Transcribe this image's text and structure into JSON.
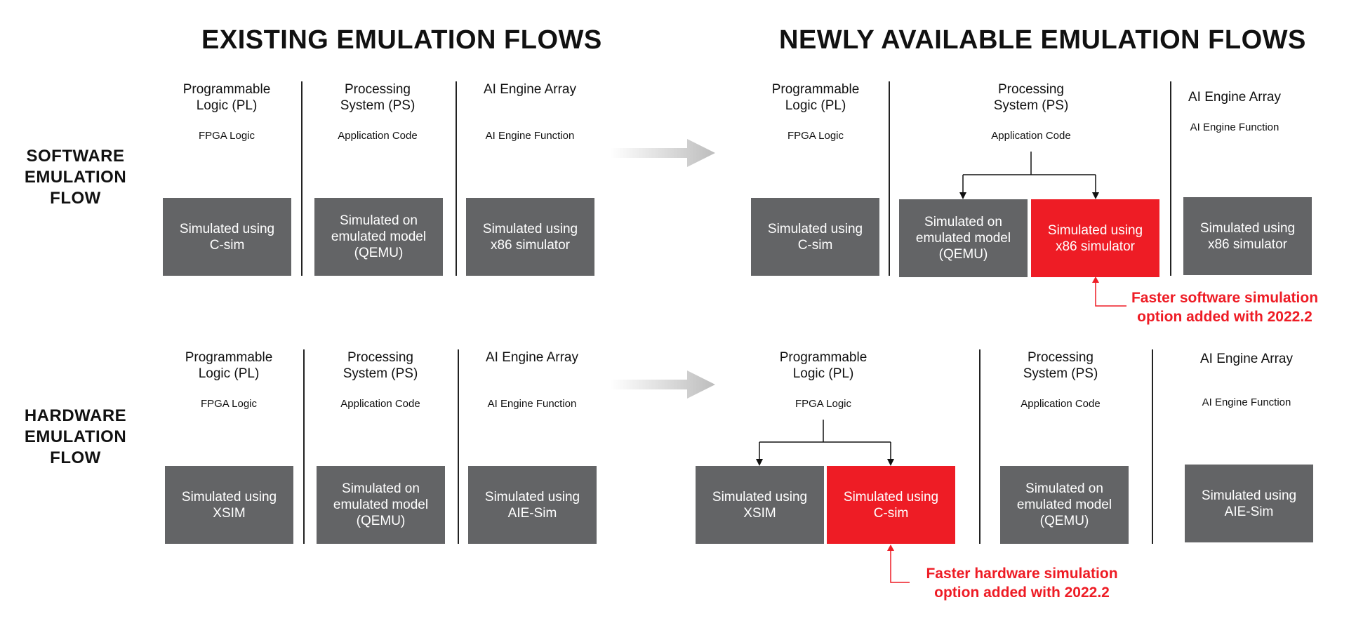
{
  "headers": {
    "existing": "EXISTING EMULATION FLOWS",
    "newly": "NEWLY AVAILABLE EMULATION FLOWS"
  },
  "flows": {
    "software": "SOFTWARE\nEMULATION\nFLOW",
    "hardware": "HARDWARE\nEMULATION\nFLOW"
  },
  "columns": {
    "pl": "Programmable\nLogic (PL)",
    "ps": "Processing\nSystem (PS)",
    "aie": "AI Engine Array"
  },
  "subs": {
    "fpga": "FPGA Logic",
    "app": "Application Code",
    "aief": "AI Engine Function"
  },
  "boxes": {
    "csim": "Simulated using\nC-sim",
    "qemu": "Simulated on\nemulated model\n(QEMU)",
    "x86": "Simulated using\nx86 simulator",
    "xsim": "Simulated using\nXSIM",
    "aiesim": "Simulated using\nAIE-Sim"
  },
  "notes": {
    "software": "Faster software simulation\noption added with 2022.2",
    "hardware": "Faster hardware simulation\noption added with 2022.2"
  },
  "colors": {
    "box_gray": "#636466",
    "accent_red": "#ee1c25",
    "arrow_gray": "#bdbdbd"
  }
}
